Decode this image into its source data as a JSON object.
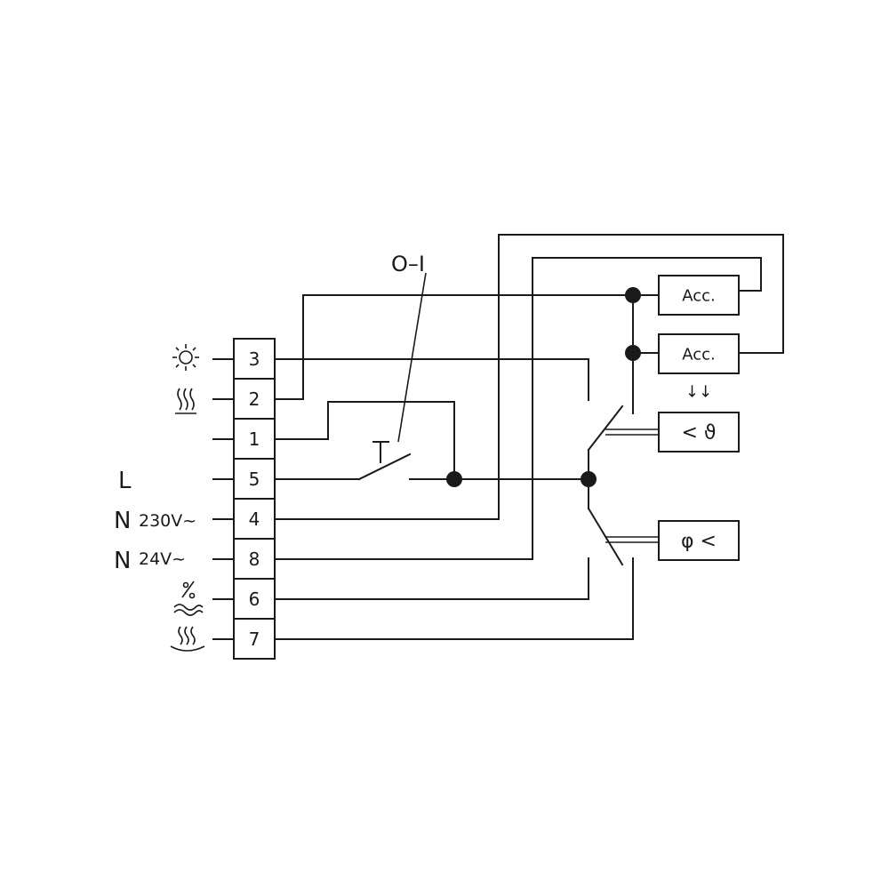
{
  "terminals": [
    {
      "number": "3",
      "icon": "sun-icon"
    },
    {
      "number": "2",
      "icon": "heating-icon"
    },
    {
      "number": "1",
      "icon": ""
    },
    {
      "number": "5",
      "label": "L"
    },
    {
      "number": "4",
      "label": "N",
      "voltage": "230V~"
    },
    {
      "number": "8",
      "label": "N",
      "voltage": "24V~"
    },
    {
      "number": "6",
      "icon": "humidity-cooling-icon"
    },
    {
      "number": "7",
      "icon": "floor-heating-icon"
    }
  ],
  "switch_label": "O–I",
  "accessories": [
    {
      "label": "Acc."
    },
    {
      "label": "Acc."
    }
  ],
  "sensors": {
    "temperature": "< ϑ",
    "humidity": "φ <",
    "arrows": "↓↓"
  }
}
